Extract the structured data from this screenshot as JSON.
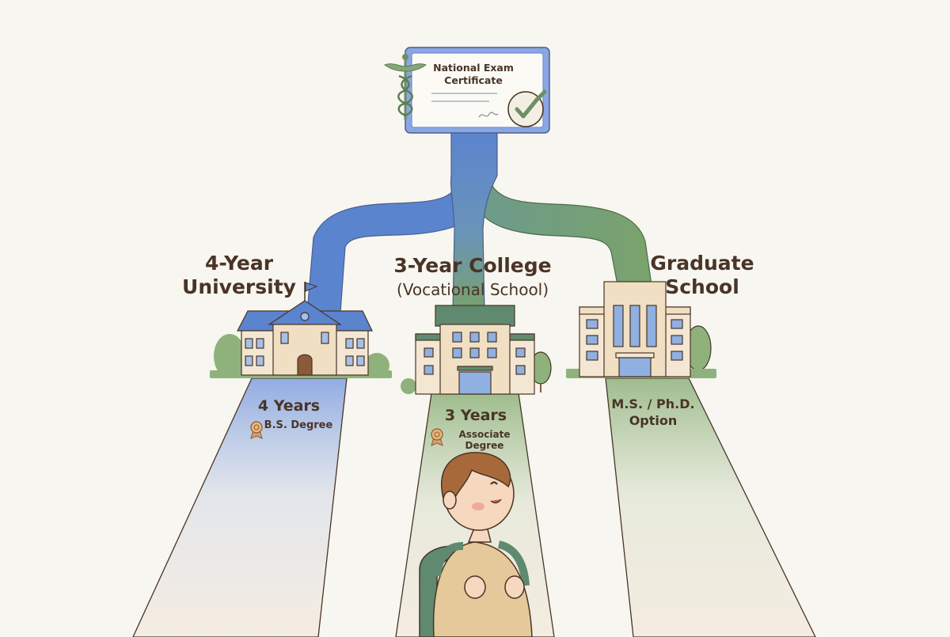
{
  "certificate": {
    "title_line1": "National Exam",
    "title_line2": "Certificate"
  },
  "paths": [
    {
      "id": "university",
      "title_line1": "4-Year",
      "title_line2": "University",
      "duration": "4 Years",
      "degree": "B.S. Degree",
      "color": "#5b84cf"
    },
    {
      "id": "college",
      "title_line1": "3-Year College",
      "title_line2": "(Vocational School)",
      "duration": "3 Years",
      "degree": "Associate Degree",
      "color": "#78a06a"
    },
    {
      "id": "graduate",
      "title_line1": "Graduate",
      "title_line2": "School",
      "duration": "M.S. / Ph.D.",
      "degree": "Option",
      "color": "#78a06a"
    }
  ],
  "colors": {
    "background": "#f7f6f0",
    "blue_path": "#5b84cf",
    "green_path": "#78a06a",
    "certificate_frame": "#6f8fd6",
    "text": "#4a3426"
  },
  "icons": [
    "caduceus-icon",
    "check-badge-icon",
    "medal-icon",
    "flag-icon"
  ]
}
